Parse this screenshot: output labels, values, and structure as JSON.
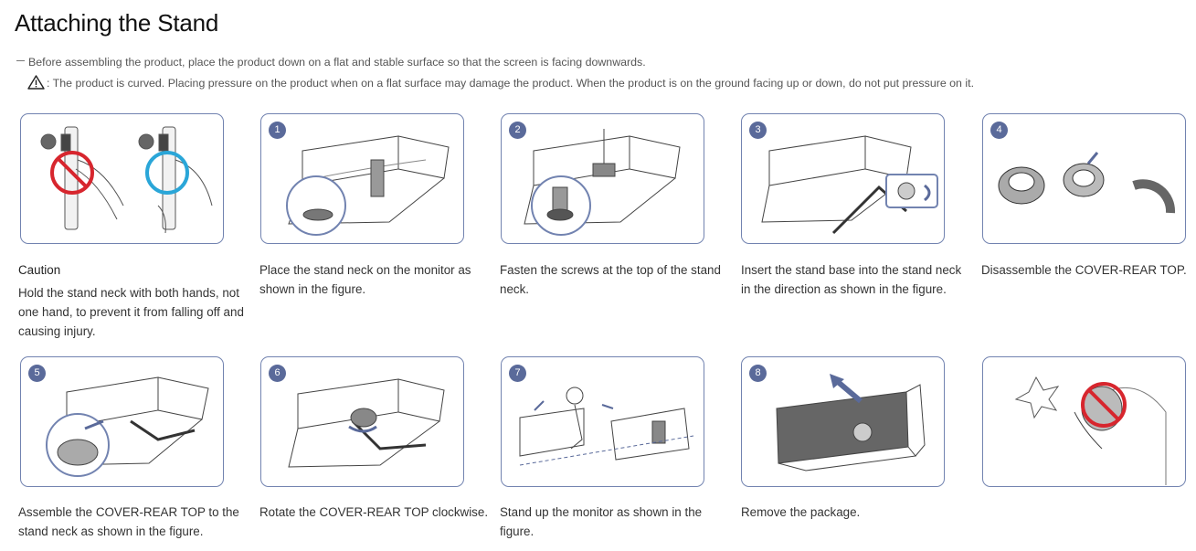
{
  "page": {
    "title": "Attaching the Stand"
  },
  "notes": {
    "note1": "Before assembling the product, place the product down on a flat and stable surface so that the screen is facing downwards.",
    "note2": ": The product is curved. Placing pressure on the product when on a flat surface may damage the product. When the product is on the ground facing up or down, do not put pressure on it."
  },
  "steps": [
    {
      "badge": "",
      "heading": "Caution",
      "text": "Hold the stand neck with both hands, not one hand, to prevent it from falling off and causing injury."
    },
    {
      "badge": "1",
      "heading": "",
      "text": "Place the stand neck on the monitor as shown in the figure."
    },
    {
      "badge": "2",
      "heading": "",
      "text": "Fasten the screws at the top of the stand neck."
    },
    {
      "badge": "3",
      "heading": "",
      "text": "Insert the stand base into the stand neck in the direction as shown in the figure."
    },
    {
      "badge": "4",
      "heading": "",
      "text": "Disassemble the COVER-REAR TOP."
    },
    {
      "badge": "5",
      "heading": "",
      "text": "Assemble the COVER-REAR TOP to the stand neck as shown in the figure."
    },
    {
      "badge": "6",
      "heading": "",
      "text": "Rotate the COVER-REAR TOP clockwise."
    },
    {
      "badge": "7",
      "heading": "",
      "text": "Stand up the monitor as shown in the figure."
    },
    {
      "badge": "8",
      "heading": "",
      "text": "Remove the package."
    },
    {
      "badge": "",
      "heading": "",
      "text": ""
    }
  ],
  "colors": {
    "frame": "#7283b0",
    "badge": "#5a6a9a",
    "prohibit": "#d7262e",
    "correct": "#2aa6d8"
  }
}
